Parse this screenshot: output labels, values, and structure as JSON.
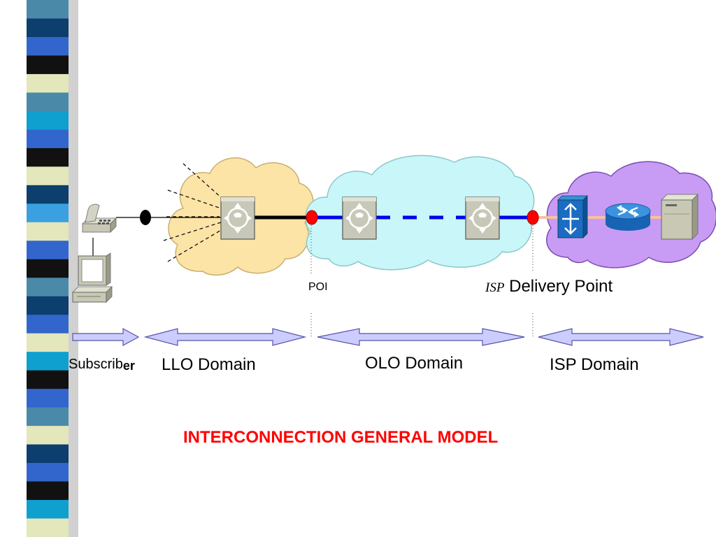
{
  "labels": {
    "poi": "POI",
    "isp_delivery_prefix": "ISP",
    "isp_delivery_suffix": "Delivery Point",
    "subscriber_a": "Subscrib",
    "subscriber_b": "er",
    "llo_domain": "LLO Domain",
    "olo_domain": "OLO Domain",
    "isp_domain": "ISP Domain"
  },
  "title": "INTERCONNECTION GENERAL MODEL",
  "colors": {
    "title": "#ff0000",
    "llo_cloud": "#fce3a6",
    "olo_cloud": "#c9f6f8",
    "isp_cloud": "#c89cf4",
    "poi_dot": "#ff0000",
    "blue_link": "#0000ee",
    "arrow_fill": "#ccccff",
    "arrow_stroke": "#5555aa",
    "isp_link": "#f7c0a0"
  },
  "stripe_colors": [
    "#4a8aa8",
    "#0c3e6e",
    "#3366cc",
    "#111111",
    "#e4e6bc",
    "#4a8aa8",
    "#0fa0d0",
    "#3366cc",
    "#111111",
    "#e4e6bc",
    "#0c3e6e",
    "#3aa0e0",
    "#e4e6bc",
    "#3366cc",
    "#111111",
    "#4a8aa8",
    "#0c3e6e",
    "#3366cc",
    "#e4e6bc",
    "#0fa0d0",
    "#111111",
    "#3366cc",
    "#4a8aa8",
    "#e4e6bc",
    "#0c3e6e",
    "#3366cc",
    "#111111",
    "#0fa0d0",
    "#e4e6bc"
  ]
}
